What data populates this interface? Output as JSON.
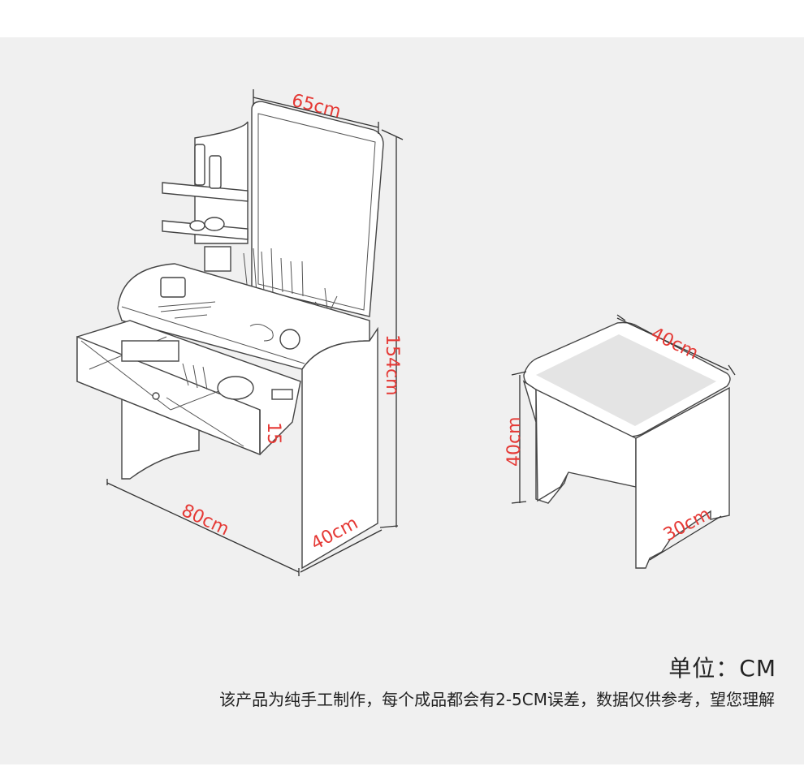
{
  "dimensions": {
    "mirror_width": "65cm",
    "total_height": "154cm",
    "table_width": "80cm",
    "table_depth": "40cm",
    "drawer_height": "15",
    "stool_width": "40cm",
    "stool_height": "40cm",
    "stool_depth": "30cm"
  },
  "unit_label": "单位：CM",
  "disclaimer": "该产品为纯手工制作，每个成品都会有2-5CM误差，数据仅供参考，望您理解",
  "colors": {
    "panel_bg": "#f0f0f0",
    "dimension_text": "#e53935"
  }
}
